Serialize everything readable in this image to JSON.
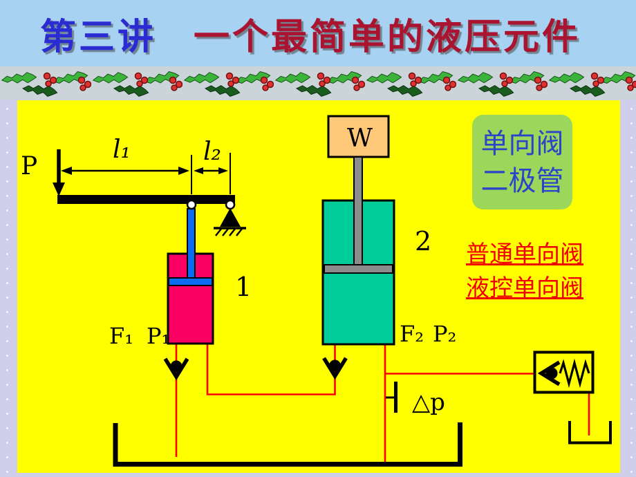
{
  "title": {
    "part1": "第三讲",
    "part2": "一个最简单的液压元件",
    "part1_color": "#2B2BD4",
    "part2_color": "#AA1430"
  },
  "callout": {
    "lines": [
      "单向阀",
      "二极管"
    ],
    "bg_color": "#9CD75B",
    "text_color": "#2B45C8"
  },
  "links": [
    {
      "label": "普通单向阀"
    },
    {
      "label": "液控单向阀"
    }
  ],
  "link_color": "#F20000",
  "diagram": {
    "labels": {
      "force": "P",
      "length1": "l₁",
      "length2": "l₂",
      "cylinder1_num": "1",
      "cylinder2_num": "2",
      "weight": "W",
      "f1": "F₁",
      "p1": "P₁",
      "f2": "F₂",
      "p2": "P₂",
      "delta_p": "△p"
    },
    "colors": {
      "slide_bg": "#FFFF00",
      "header_bg": "#A8D2F2",
      "cylinder1_fill": "#FA0062",
      "cylinder2_fill": "#00CC99",
      "weight_fill": "#FFC878",
      "rod_blue": "#0A6CF0",
      "rod_gray": "#8C8C8C",
      "pipe_red": "#FF0000"
    }
  }
}
